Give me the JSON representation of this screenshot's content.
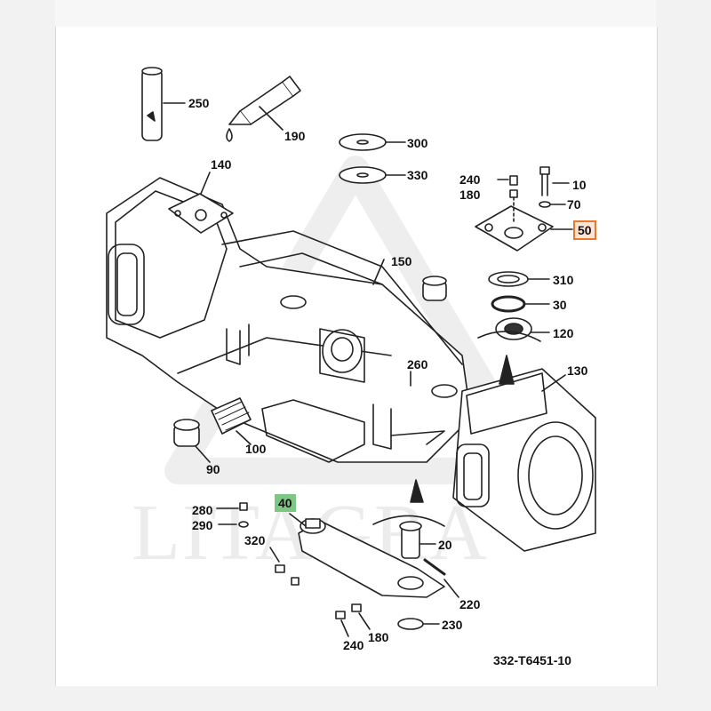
{
  "watermark": "LITAGRA",
  "drawing_number": "332-T6451-10",
  "highlight_colors": {
    "selected": "#e8782e",
    "current": "#7ec683"
  },
  "callouts": {
    "c250": "250",
    "c190": "190",
    "c300": "300",
    "c330": "330",
    "c140": "140",
    "c240a": "240",
    "c180a": "180",
    "c10": "10",
    "c70": "70",
    "c50": "50",
    "c150": "150",
    "c310": "310",
    "c30": "30",
    "c120": "120",
    "c260": "260",
    "c130": "130",
    "c100": "100",
    "c90": "90",
    "c40": "40",
    "c280": "280",
    "c290": "290",
    "c320": "320",
    "c20": "20",
    "c220": "220",
    "c230": "230",
    "c180b": "180",
    "c240b": "240"
  }
}
